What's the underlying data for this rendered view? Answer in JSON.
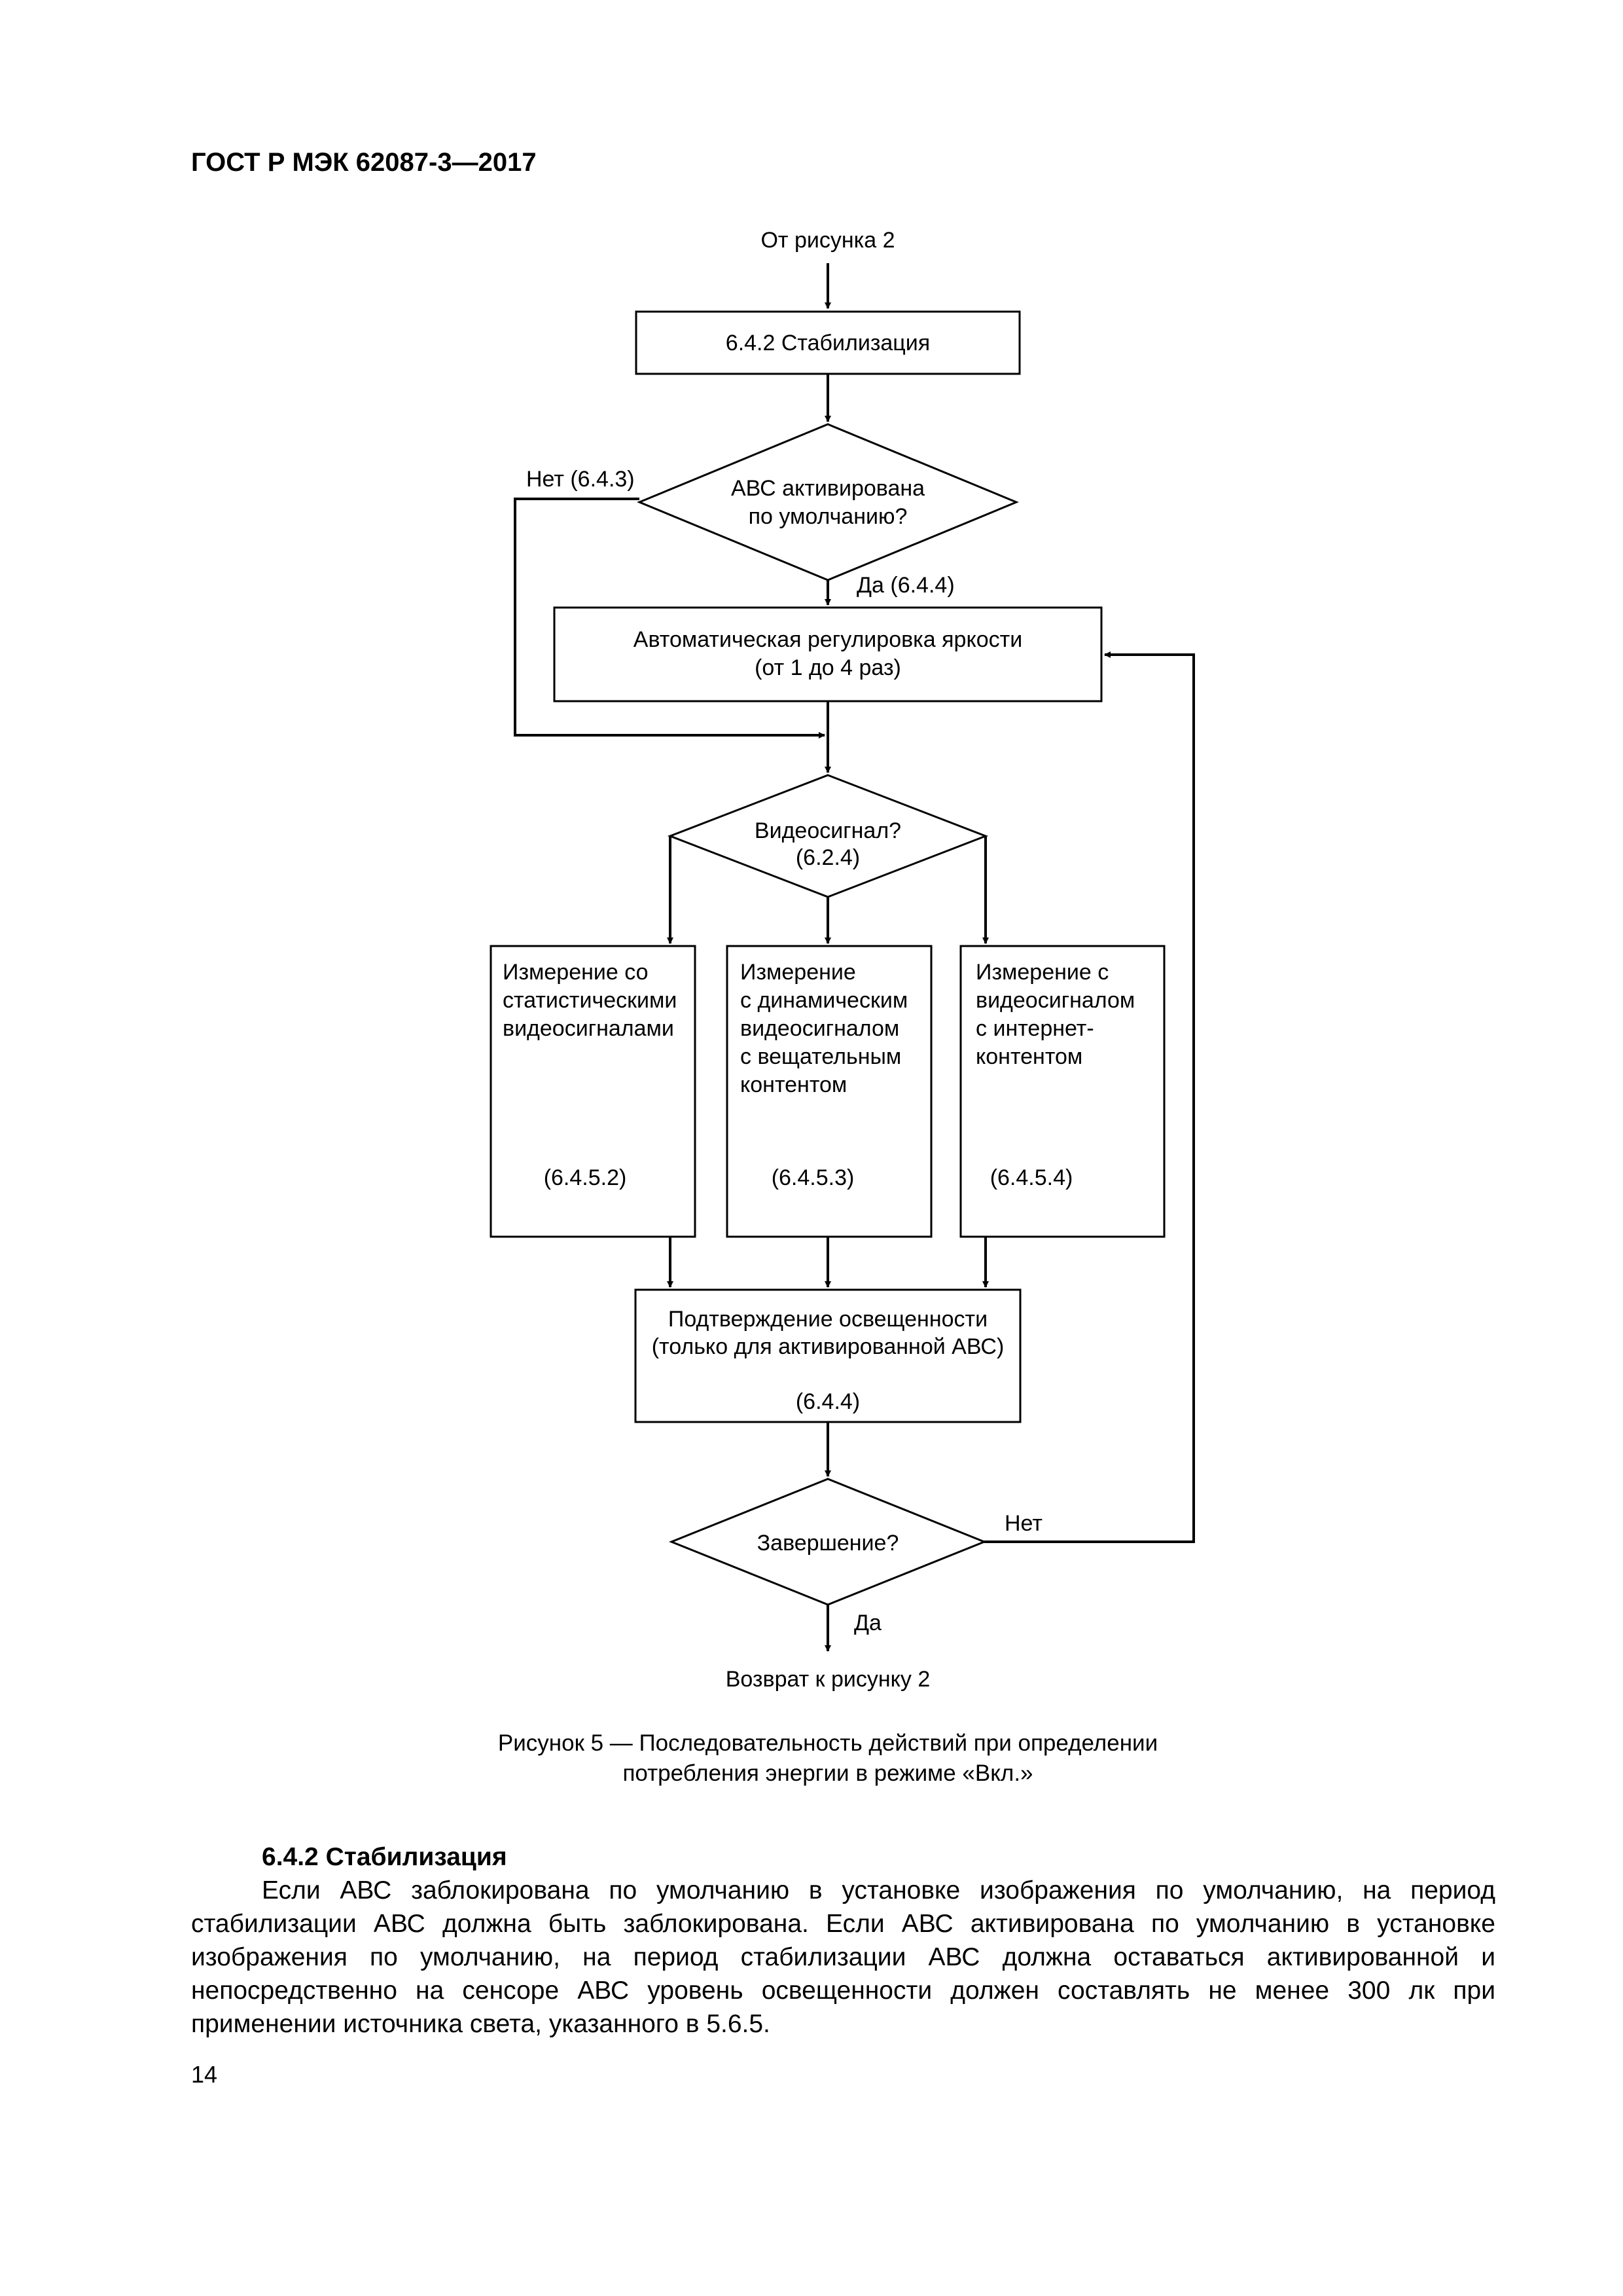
{
  "header": {
    "title": "ГОСТ Р МЭК 62087-3—2017"
  },
  "flowchart": {
    "start_label": "От рисунка 2",
    "box_stabilization": "6.4.2 Стабилизация",
    "decision_abc": {
      "line1": "АВС активирована",
      "line2": "по умолчанию?"
    },
    "no_643": "Нет (6.4.3)",
    "yes_644": "Да (6.4.4)",
    "box_brightness": {
      "line1": "Автоматическая регулировка яркости",
      "line2": "(от 1 до 4 раз)"
    },
    "decision_video": {
      "line1": "Видеосигнал?",
      "line2": "(6.2.4)"
    },
    "box_static": {
      "lines": [
        "Измерение со",
        "статистическими",
        "видеосигналами"
      ],
      "ref": "(6.4.5.2)"
    },
    "box_dynamic": {
      "lines": [
        "Измерение",
        "с динамическим",
        "видеосигналом",
        "с вещательным",
        "контентом"
      ],
      "ref": "(6.4.5.3)"
    },
    "box_internet": {
      "lines": [
        "Измерение с",
        "видеосигналом",
        "с интернет-",
        "контентом"
      ],
      "ref": "(6.4.5.4)"
    },
    "box_illum": {
      "line1": "Подтверждение освещенности",
      "line2": "(только для активированной АВС)",
      "ref": "(6.4.4)"
    },
    "decision_end": "Завершение?",
    "end_no": "Нет",
    "end_yes": "Да",
    "end_label": "Возврат к рисунку 2"
  },
  "figure_caption": {
    "line1": "Рисунок 5 — Последовательность действий при определении",
    "line2": "потребления энергии в режиме «Вкл.»"
  },
  "section": {
    "heading": "6.4.2 Стабилизация",
    "paragraph": "Если АВС заблокирована по умолчанию в установке изображения по умолчанию, на период стабилизации АВС должна быть заблокирована. Если АВС активирована по умолчанию в установке изображения по умолчанию, на период стабилизации АВС должна оставаться активированной и непосредственно на сенсоре АВС уровень освещенности должен составлять не менее 300 лк при применении источника света, указанного в 5.6.5."
  },
  "page_number": "14"
}
